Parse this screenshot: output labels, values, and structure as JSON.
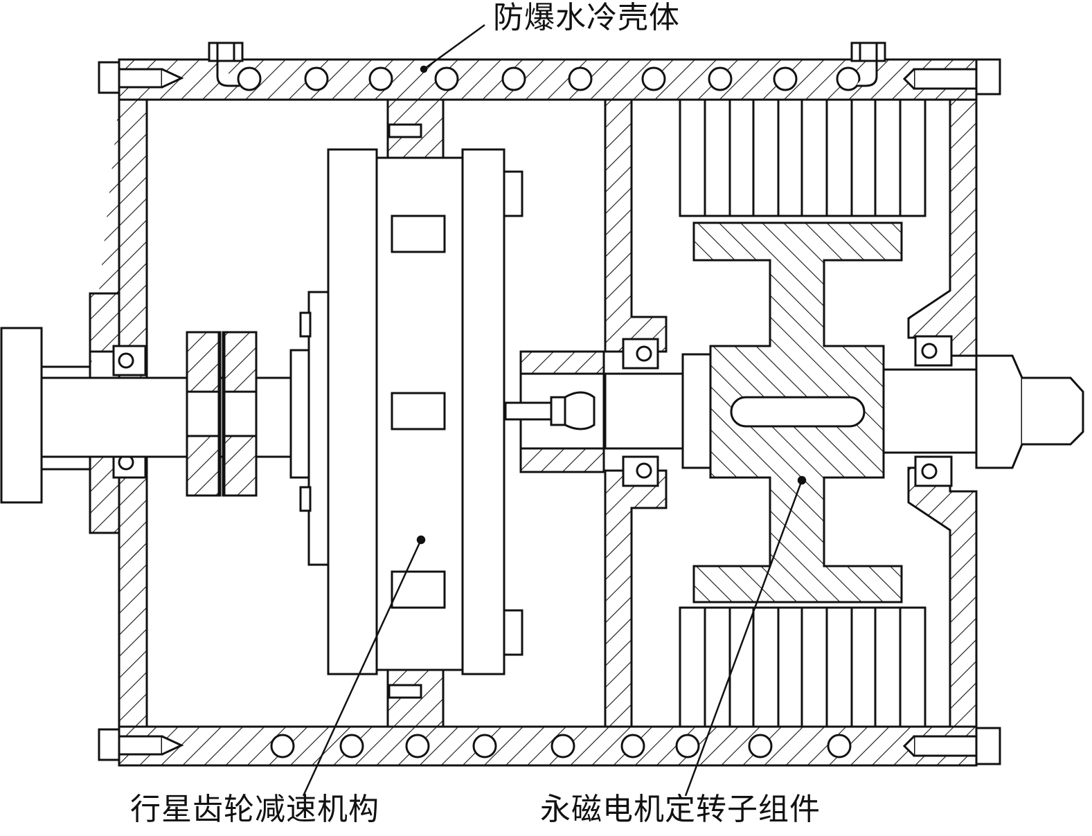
{
  "labels": {
    "housing": "防爆水冷壳体",
    "planetary": "行星齿轮减速机构",
    "motor": "永磁电机定转子组件"
  }
}
